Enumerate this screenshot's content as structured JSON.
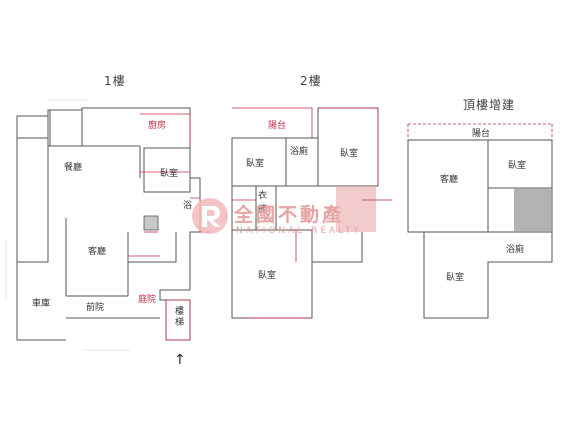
{
  "floors": [
    {
      "title": "1樓"
    },
    {
      "title": "2樓"
    },
    {
      "title": "頂樓增建"
    }
  ],
  "floor1_rooms": {
    "kitchen": "廚房",
    "dining": "餐廳",
    "bedroom": "臥室",
    "bath": "浴",
    "living": "客廳",
    "garage": "車庫",
    "yard": "庭院",
    "front_yard": "前院",
    "stairs": "樓梯"
  },
  "floor2_rooms": {
    "balcony": "陽台",
    "bedroom_a": "臥室",
    "bath": "浴廁",
    "bedroom_b": "臥室",
    "bedroom_c": "臥室",
    "closet": "衣",
    "closet2": "櫥"
  },
  "floor3_rooms": {
    "balcony": "陽台",
    "living": "客廳",
    "bedroom_a": "臥室",
    "bedroom_b": "臥室",
    "bath": "浴廁"
  },
  "watermark": {
    "name": "全國不動產",
    "sub": "NATIONAL REALTY"
  },
  "colors": {
    "wall": "#555555",
    "accent": "#c0314a",
    "watermark": "#e8a3a3"
  }
}
